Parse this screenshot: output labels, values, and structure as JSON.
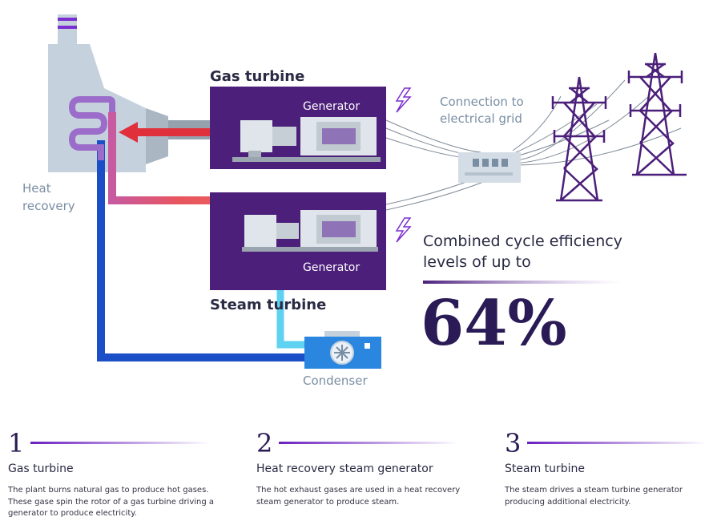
{
  "labels": {
    "gas_turbine": "Gas turbine",
    "steam_turbine": "Steam turbine",
    "generator_top": "Generator",
    "generator_bottom": "Generator",
    "connection_line1": "Connection to",
    "connection_line2": "electrical grid",
    "heat_line1": "Heat",
    "heat_line2": "recovery",
    "condenser": "Condenser",
    "efficiency_line1": "Combined cycle efficiency",
    "efficiency_line2": "levels of up to",
    "efficiency_value": "64%"
  },
  "steps": [
    {
      "number": "1",
      "title": "Gas turbine",
      "desc": "The plant burns natural gas to produce hot gases. These gase spin the rotor of a gas turbine driving a generator to produce electricity."
    },
    {
      "number": "2",
      "title": "Heat recovery steam generator",
      "desc": "The hot exhaust gases are used in a heat recovery steam generator to produce steam."
    },
    {
      "number": "3",
      "title": "Steam turbine",
      "desc": "The steam drives a steam turbine generator producing additional electricity."
    }
  ],
  "colors": {
    "purple_box": "#4b1f7a",
    "hot_pipe": "#e8555e",
    "cold_pipe": "#1b4fc7",
    "light_pipe": "#5fd2f2",
    "heat_recovery_body": "#c5d2de",
    "text_label": "#7a8ea3",
    "headline": "#2a1a55"
  }
}
